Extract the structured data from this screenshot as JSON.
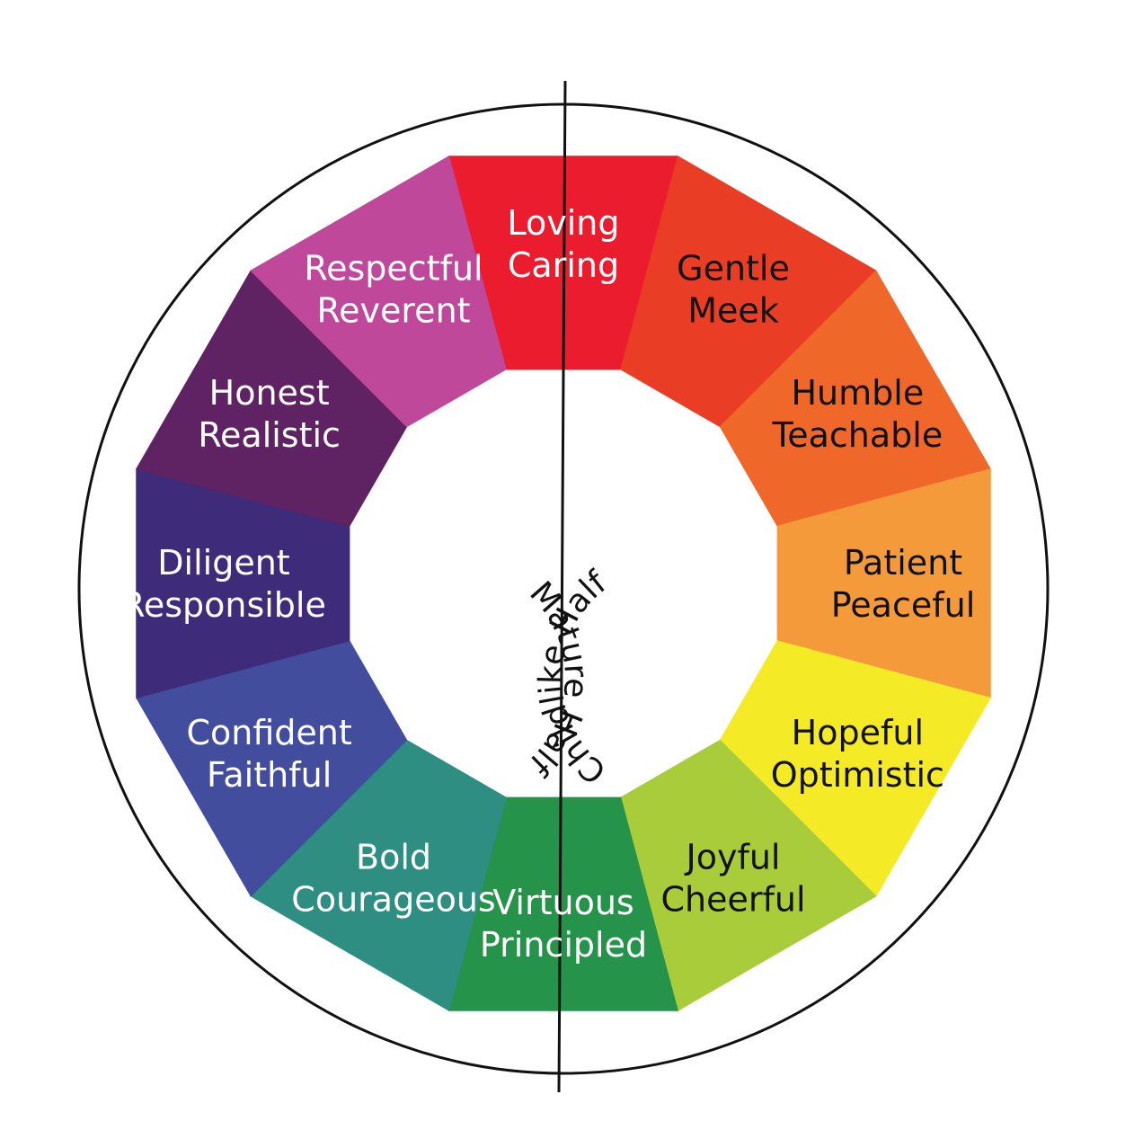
{
  "segments": [
    {
      "lines": [
        "Loving",
        "Caring"
      ],
      "color": "#ea1c2d",
      "text_color": "#ffffff"
    },
    {
      "lines": [
        "Gentle",
        "Meek"
      ],
      "color": "#ea3d25",
      "text_color": "#111111"
    },
    {
      "lines": [
        "Humble",
        "Teachable"
      ],
      "color": "#f0672a",
      "text_color": "#111111"
    },
    {
      "lines": [
        "Patient",
        "Peaceful"
      ],
      "color": "#f59a3b",
      "text_color": "#111111"
    },
    {
      "lines": [
        "Hopeful",
        "Optimistic"
      ],
      "color": "#f4ea26",
      "text_color": "#111111"
    },
    {
      "lines": [
        "Joyful",
        "Cheerful"
      ],
      "color": "#a9cc3a",
      "text_color": "#111111"
    },
    {
      "lines": [
        "Virtuous",
        "Principled"
      ],
      "color": "#26934a",
      "text_color": "#ffffff"
    },
    {
      "lines": [
        "Bold",
        "Courageous"
      ],
      "color": "#2e8e82",
      "text_color": "#ffffff"
    },
    {
      "lines": [
        "Confident",
        "Faithful"
      ],
      "color": "#434d9e",
      "text_color": "#ffffff"
    },
    {
      "lines": [
        "Diligent",
        "Responsible"
      ],
      "color": "#3e2c7a",
      "text_color": "#ffffff"
    },
    {
      "lines": [
        "Honest",
        "Realistic"
      ],
      "color": "#5f2262",
      "text_color": "#ffffff"
    },
    {
      "lines": [
        "Respectful",
        "Reverent"
      ],
      "color": "#c0489a",
      "text_color": "#ffffff"
    }
  ],
  "halves": {
    "left": "Mature Half",
    "right": "Childlike Half"
  },
  "colors": {
    "outline": "#111111",
    "background": "#ffffff"
  }
}
